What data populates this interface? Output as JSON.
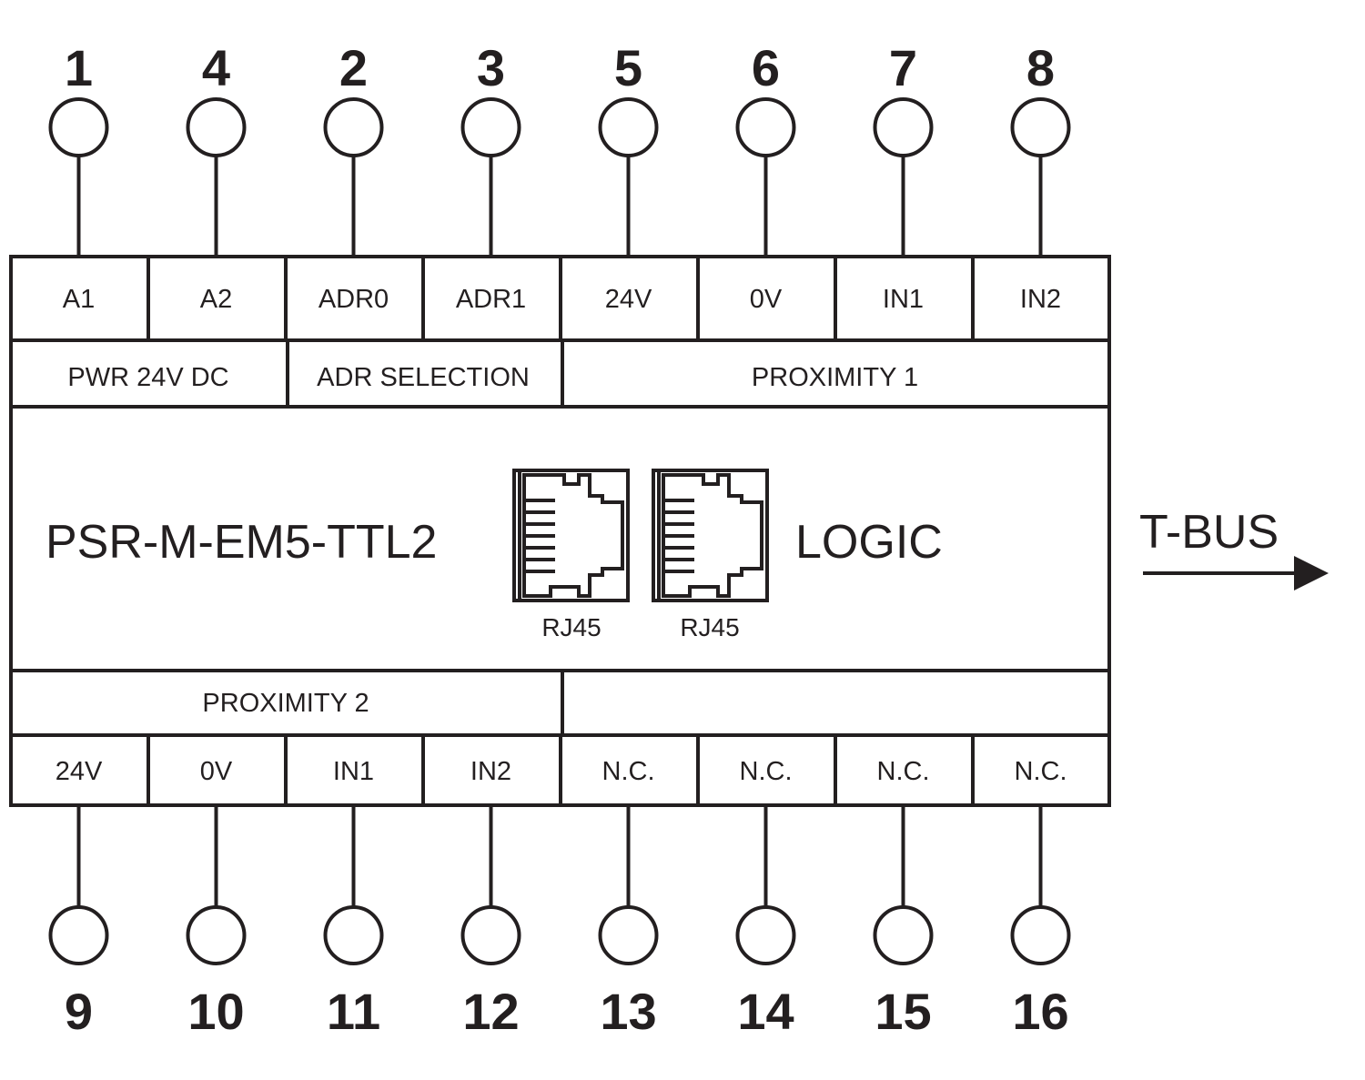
{
  "device": {
    "model": "PSR-M-EM5-TTL2",
    "logic_label": "LOGIC",
    "ports": [
      {
        "label": "RJ45"
      },
      {
        "label": "RJ45"
      }
    ]
  },
  "bus": {
    "label": "T-BUS"
  },
  "top_terminals": [
    {
      "num": "1",
      "label": "A1"
    },
    {
      "num": "4",
      "label": "A2"
    },
    {
      "num": "2",
      "label": "ADR0"
    },
    {
      "num": "3",
      "label": "ADR1"
    },
    {
      "num": "5",
      "label": "24V"
    },
    {
      "num": "6",
      "label": "0V"
    },
    {
      "num": "7",
      "label": "IN1"
    },
    {
      "num": "8",
      "label": "IN2"
    }
  ],
  "top_groups": [
    {
      "label": "PWR 24V DC",
      "span": 2
    },
    {
      "label": "ADR SELECTION",
      "span": 2
    },
    {
      "label": "PROXIMITY 1",
      "span": 4
    }
  ],
  "bottom_terminals": [
    {
      "num": "9",
      "label": "24V"
    },
    {
      "num": "10",
      "label": "0V"
    },
    {
      "num": "11",
      "label": "IN1"
    },
    {
      "num": "12",
      "label": "IN2"
    },
    {
      "num": "13",
      "label": "N.C."
    },
    {
      "num": "14",
      "label": "N.C."
    },
    {
      "num": "15",
      "label": "N.C."
    },
    {
      "num": "16",
      "label": "N.C."
    }
  ],
  "bottom_groups": [
    {
      "label": "PROXIMITY 2",
      "span": 4
    },
    {
      "label": "",
      "span": 4
    }
  ]
}
